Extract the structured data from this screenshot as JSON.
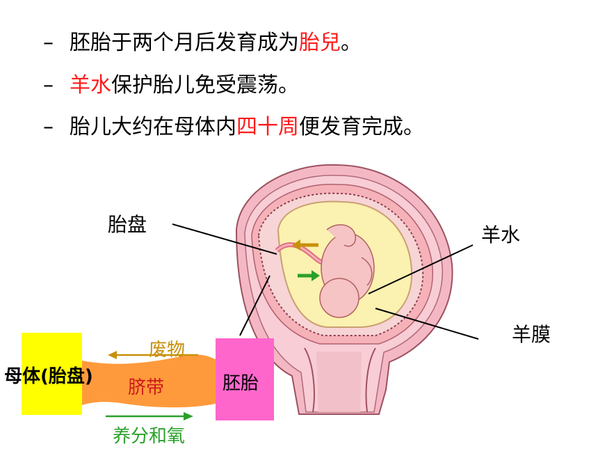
{
  "bullets": [
    {
      "dash": "–",
      "parts": [
        "胚胎于两个月后发育成为",
        "胎兒",
        "。"
      ]
    },
    {
      "dash": "–",
      "parts": [
        "",
        "羊水",
        "保护胎儿免受震荡。"
      ]
    },
    {
      "dash": "–",
      "parts": [
        "胎儿大约在母体内",
        "四十周",
        "便发育完成。"
      ]
    }
  ],
  "labels": {
    "placenta": "胎盘",
    "amniotic_fluid": "羊水",
    "amnion": "羊膜"
  },
  "flow": {
    "mother_box": "母体(胎盘)",
    "embryo_box": "胚胎",
    "cord": "脐带",
    "waste": "废物",
    "nutrients": "养分和氧"
  },
  "colors": {
    "highlight": "#ff1a1a",
    "mother_box": "#ffff00",
    "embryo_box": "#ff66cc",
    "cord": "#ff9a3c",
    "waste": "#c8900a",
    "nutrients": "#2aa02a"
  }
}
